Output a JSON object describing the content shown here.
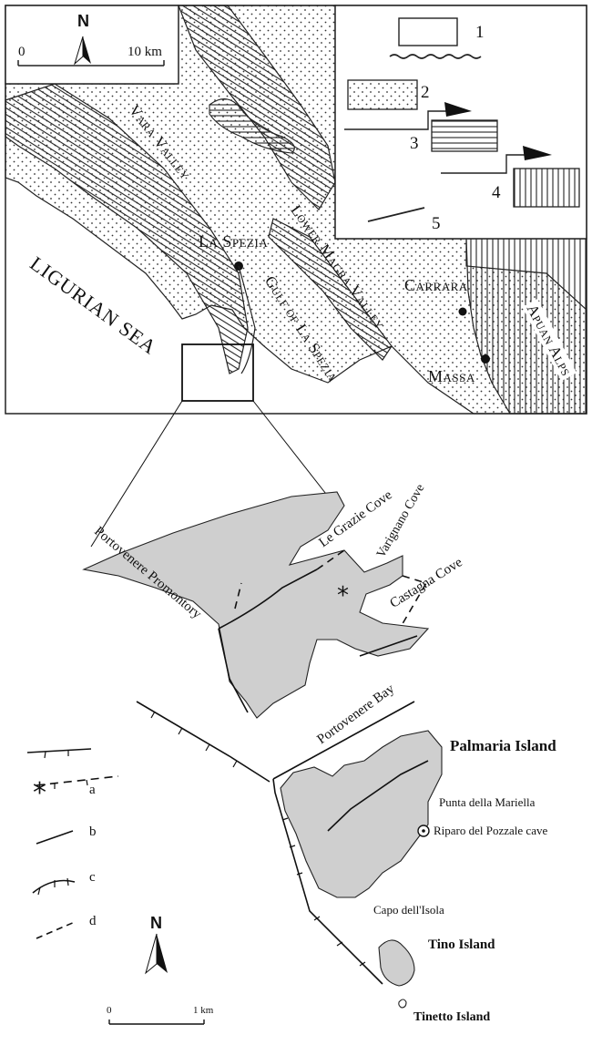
{
  "top_map": {
    "scale": {
      "zero": "0",
      "ten": "10 km"
    },
    "north": "N",
    "labels": {
      "vara_valley": "Vara Valley",
      "la_spezia": "La Spezia",
      "lower_magra_valley": "Lower Magra Valley",
      "carrara": "Carrara",
      "apuan_alps": "Apuan Alps",
      "ligurian_sea": "LIGURIAN SEA",
      "gulf_of_la_spezia": "Gulf of La Spezia",
      "massa": "Massa"
    },
    "legend": {
      "n1": "1",
      "n2": "2",
      "n3": "3",
      "n4": "4",
      "n5": "5"
    }
  },
  "detail_map": {
    "labels": {
      "le_grazie_cove": "Le Grazie Cove",
      "varignano_cove": "Varignano Cove",
      "castagna_cove": "Castagna Cove",
      "portovenere_promontory": "Portovenere Promontory",
      "portovenere_bay": "Portovenere Bay",
      "palmaria_island": "Palmaria Island",
      "punta_della_mariella": "Punta della Mariella",
      "riparo_del_pozzale_cave": "Riparo del Pozzale cave",
      "capo_dell_isola": "Capo dell'Isola",
      "tino_island": "Tino Island",
      "tinetto_island": "Tinetto Island"
    },
    "legend": {
      "a": "a",
      "b": "b",
      "c": "c",
      "d": "d"
    },
    "north": "N",
    "scale": {
      "zero": "0",
      "one": "1 km"
    }
  },
  "colors": {
    "land": "#cfcfcf",
    "ink": "#111111"
  }
}
